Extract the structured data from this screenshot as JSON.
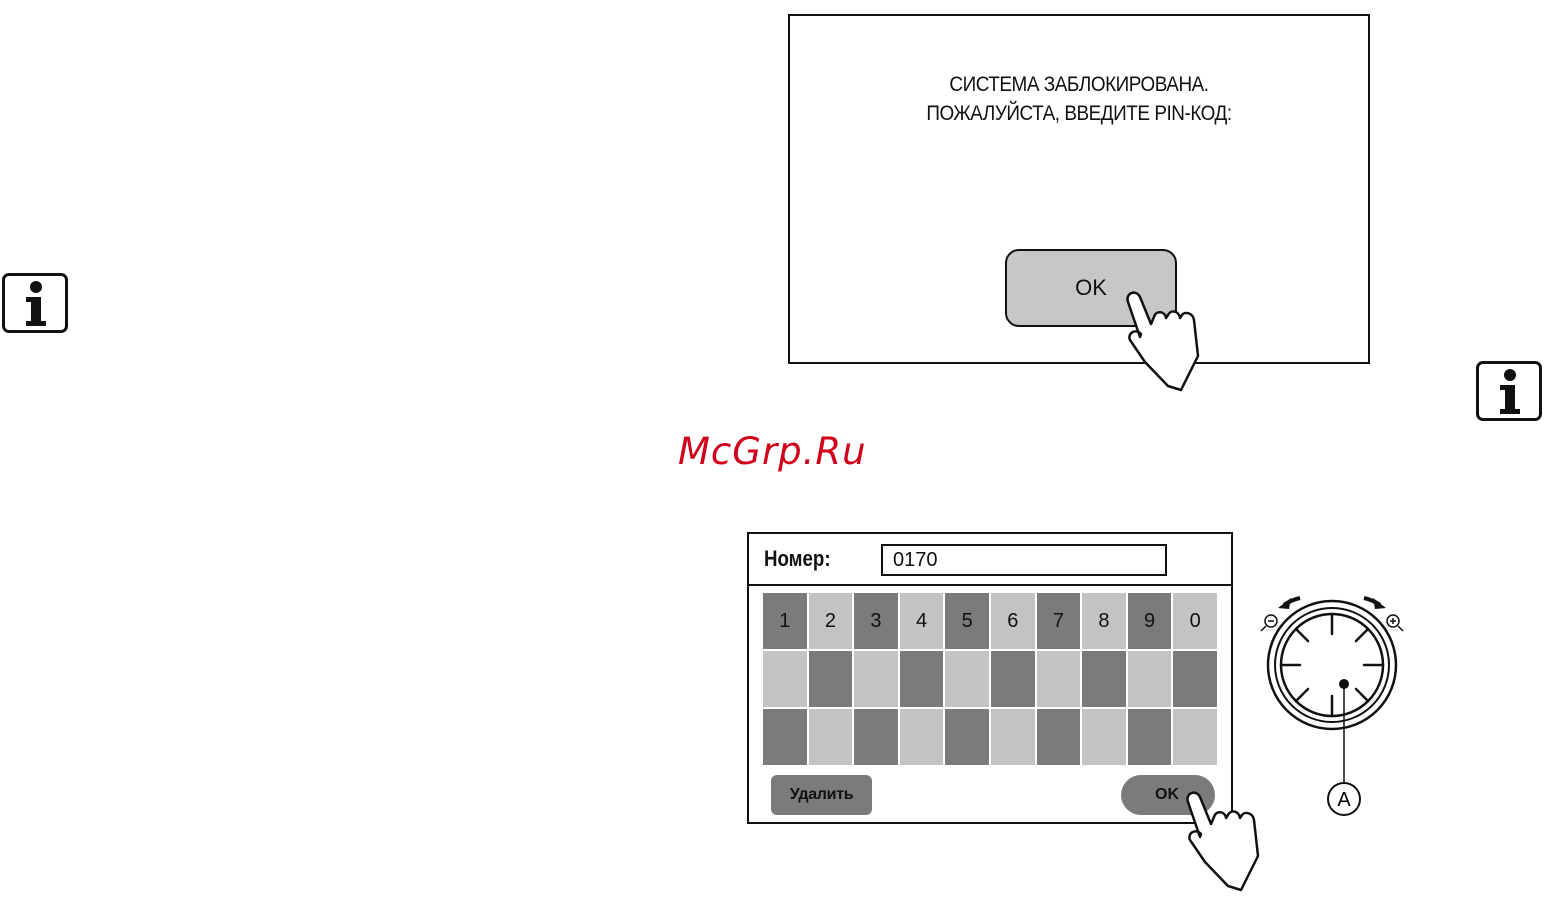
{
  "locked_screen": {
    "message_line1": "СИСТЕМА ЗАБЛОКИРОВАНА.",
    "message_line2": "ПОЖАЛУЙСТА, ВВЕДИТЕ PIN-КОД:",
    "ok_label": "OK"
  },
  "watermark": "McGrp.Ru",
  "keypad_screen": {
    "number_label": "Номер:",
    "number_value": "0170",
    "keys": [
      "1",
      "2",
      "3",
      "4",
      "5",
      "6",
      "7",
      "8",
      "9",
      "0"
    ],
    "delete_label": "Удалить",
    "ok_label": "OK"
  },
  "control_knob": {
    "callout": "A",
    "left_icon": "zoom-out-icon",
    "right_icon": "zoom-in-icon"
  },
  "icons": [
    "info-icon",
    "hand-pointer-icon",
    "arrow-left-icon",
    "arrow-right-icon"
  ],
  "colors": {
    "watermark": "#d0021b",
    "key_dark": "#7b7b7b",
    "key_light": "#c3c3c3",
    "button_fill": "#c7c7c7"
  }
}
